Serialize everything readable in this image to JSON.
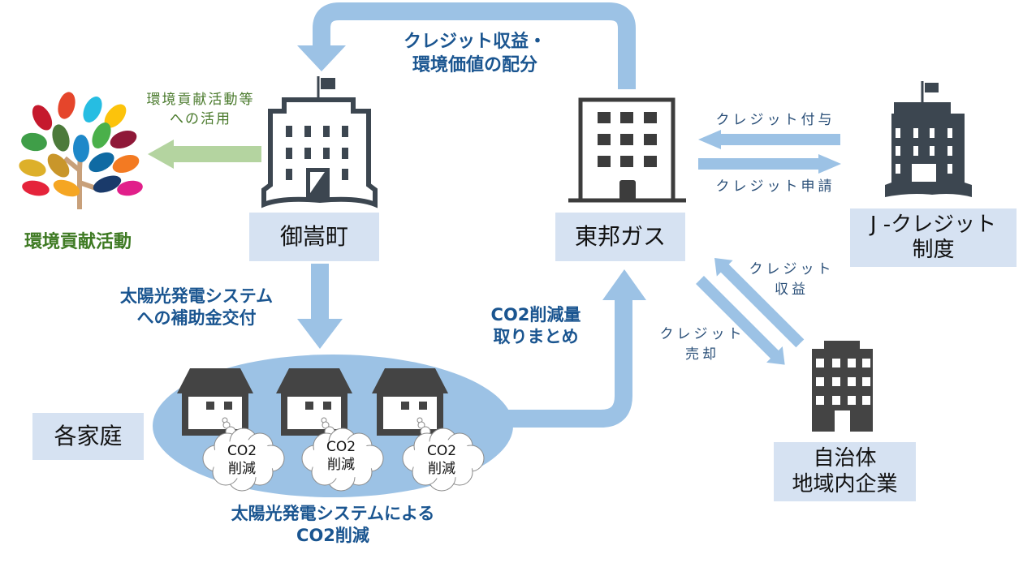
{
  "diagram": {
    "colors": {
      "arrow": "#9cc2e5",
      "arrow_green": "#b4d4a0",
      "label_box": "#d6e2f2",
      "icon_dark": "#3c4650",
      "bold_text": "#1a5590",
      "thin_text": "#2a4f78",
      "green_text": "#3e7a23"
    },
    "nodes": {
      "env_activity": {
        "label": "環境貢献活動",
        "icon": "sdg-tree-icon"
      },
      "mitake": {
        "label": "御嵩町",
        "icon": "town-hall-icon"
      },
      "toho_gas": {
        "label": "東邦ガス",
        "icon": "office-building-icon"
      },
      "j_credit": {
        "line1": "J -クレジット",
        "line2": "制度",
        "icon": "government-building-icon"
      },
      "local": {
        "line1": "自治体",
        "line2": "地域内企業",
        "icon": "company-building-icon"
      },
      "households": {
        "label": "各家庭",
        "icon": "house-icon"
      }
    },
    "edges": {
      "distribution": {
        "line1": "クレジット収益・",
        "line2": "環境価値の配分"
      },
      "env_use": {
        "line1": "環境貢献活動等",
        "line2": "への活用"
      },
      "subsidy": {
        "line1": "太陽光発電システム",
        "line2": "への補助金交付"
      },
      "co2_summary": {
        "line1": "CO2削減量",
        "line2": "取りまとめ"
      },
      "credit_grant": {
        "label": "クレジット付与"
      },
      "credit_apply": {
        "label": "クレジット申請"
      },
      "credit_revenue": {
        "line1": "クレジット",
        "line2": "収益"
      },
      "credit_sale": {
        "line1": "クレジット",
        "line2": "売却"
      },
      "solar_reduction": {
        "line1": "太陽光発電システムによる",
        "line2": "CO2削減"
      }
    },
    "clouds": [
      {
        "line1": "CO2",
        "line2": "削減"
      },
      {
        "line1": "CO2",
        "line2": "削減"
      },
      {
        "line1": "CO2",
        "line2": "削減"
      }
    ]
  }
}
